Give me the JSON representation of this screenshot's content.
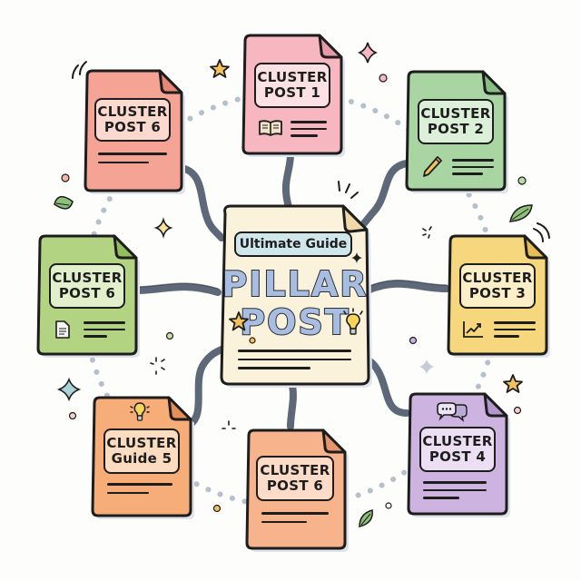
{
  "diagram": {
    "title": "Pillar Post topic cluster",
    "colors": {
      "connector": "#5d6878",
      "dots": "#b6c0cc",
      "outline": "#1d1d1d",
      "pillar_fill": "#fbf2dc",
      "pillar_pill": "#cfe6ea",
      "pillar_text": "#a8bde0"
    },
    "pillar": {
      "tag": "Ultimate Guide",
      "title_line1": "PILLAR",
      "title_line2": "POST",
      "icons": [
        "star-icon",
        "lightbulb-icon",
        "sparkle-icon"
      ]
    },
    "clusters": [
      {
        "id": "top-left",
        "line1": "CLUSTER",
        "line2": "POST 6",
        "fill": "#f4a394",
        "label_fill": "#fbd9cf",
        "icon": "none"
      },
      {
        "id": "top",
        "line1": "CLUSTER",
        "line2": "POST 1",
        "fill": "#f6b7c0",
        "label_fill": "#fbe1e4",
        "icon": "book-icon"
      },
      {
        "id": "top-right",
        "line1": "CLUSTER",
        "line2": "POST 2",
        "fill": "#a9d5a3",
        "label_fill": "#dcefd8",
        "icon": "pencil-icon"
      },
      {
        "id": "left",
        "line1": "CLUSTER",
        "line2": "POST 6",
        "fill": "#b2d382",
        "label_fill": "#e2efcb",
        "icon": "document-icon"
      },
      {
        "id": "right",
        "line1": "CLUSTER",
        "line2": "POST 3",
        "fill": "#f6d77e",
        "label_fill": "#fcefc7",
        "icon": "chart-trend-icon"
      },
      {
        "id": "bottom-left",
        "line1": "CLUSTER",
        "line2": "Guide 5",
        "fill": "#f6ad78",
        "label_fill": "#fcdcc0",
        "icon": "lightbulb-icon"
      },
      {
        "id": "bottom",
        "line1": "CLUSTER",
        "line2": "POST 6",
        "fill": "#f6b38c",
        "label_fill": "#fcdcc8",
        "icon": "none"
      },
      {
        "id": "bottom-right",
        "line1": "CLUSTER",
        "line2": "POST 4",
        "fill": "#cdb3e0",
        "label_fill": "#ecdff4",
        "icon": "chat-bubbles-icon"
      }
    ]
  }
}
